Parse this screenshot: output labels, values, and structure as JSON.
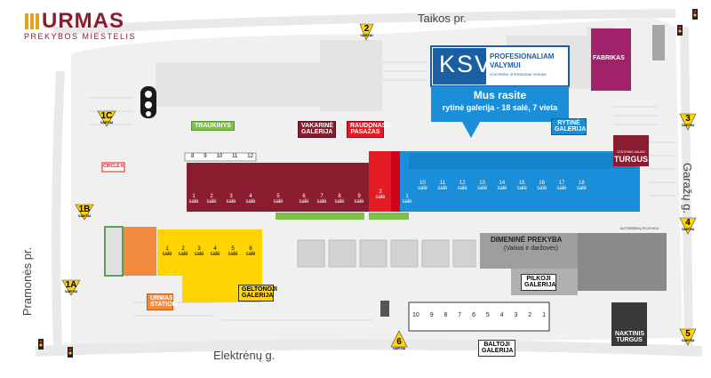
{
  "brand": {
    "name": "URMAS",
    "subtitle": "PREKYBOS MIESTELIS",
    "accent": "#8b1c2f",
    "gold": "#e3a21a"
  },
  "roads": {
    "north": "Taikos pr.",
    "south": "Elektrėnų g.",
    "west": "Pramonės pr.",
    "east": "Garažų g."
  },
  "gates": [
    {
      "id": "2",
      "label": "2",
      "word": "VARTAI"
    },
    {
      "id": "1C",
      "label": "1C",
      "word": "VARTAI"
    },
    {
      "id": "1B",
      "label": "1B",
      "word": "VARTAI"
    },
    {
      "id": "1A",
      "label": "1A",
      "word": "VARTAI"
    },
    {
      "id": "3",
      "label": "3",
      "word": "VARTAI"
    },
    {
      "id": "4",
      "label": "4",
      "word": "VARTAI"
    },
    {
      "id": "5",
      "label": "5",
      "word": "VARTAI"
    },
    {
      "id": "6",
      "label": "6",
      "word": "VARTAI"
    }
  ],
  "ksv": {
    "logo": "KSV",
    "line1": "PROFESIONALIAM",
    "line2": "VALYMUI",
    "line3": "KOKYBIŠKI SPRENDIMAI VISKAM",
    "headline": "Mus rasite",
    "location": "rytinė galerija - 18 salė, 7 vieta",
    "color": "#1a8ed8"
  },
  "fabrikas": "FABRIKAS",
  "circle_k": "CIRCLE K",
  "areas": {
    "traukinys": "TRAUKINYS",
    "vakarine": "VAKARINĖ GALERIJA",
    "raudonasis": "RAUDONASIS PASAŽAS",
    "rytine": "RYTINĖ GALERIJA",
    "turgus_top": "CENTRINIS KAUNO",
    "turgus": "TURGUS",
    "dimenine": "DIMENINĖ PREKYBA",
    "dimenine_sub": "(Vaisiai ir daržovės)",
    "pilkoji": "PILKOJI GALERIJA",
    "geltonoji": "GELTONOJI GALERIJA",
    "station": "URMAS STATION",
    "naktinis": "NAKTINIS TURGUS",
    "baltoji": "BALTOJI GALERIJA",
    "autobusu": "AUTOMOBILIŲ PLOVYKLA"
  },
  "train_numbers": [
    "8",
    "9",
    "10",
    "11",
    "12"
  ],
  "west_halls": [
    {
      "n": "1",
      "w": "salė"
    },
    {
      "n": "2",
      "w": "salė"
    },
    {
      "n": "3",
      "w": "salė"
    },
    {
      "n": "4",
      "w": "salė"
    },
    {
      "n": "5",
      "w": "salė"
    },
    {
      "n": "6",
      "w": "salė"
    },
    {
      "n": "7",
      "w": "salė"
    },
    {
      "n": "8",
      "w": "salė"
    },
    {
      "n": "9",
      "w": "salė"
    }
  ],
  "red_halls": [
    {
      "n": "2",
      "w": "salė"
    },
    {
      "n": "1",
      "w": "salė"
    }
  ],
  "east_halls": [
    "10",
    "11",
    "12",
    "13",
    "14",
    "15",
    "16",
    "17",
    "18"
  ],
  "east_word": "salė",
  "yellow_halls": [
    {
      "n": "1",
      "w": "salė"
    },
    {
      "n": "2",
      "w": "salė"
    },
    {
      "n": "3",
      "w": "salė"
    },
    {
      "n": "4",
      "w": "salė"
    },
    {
      "n": "5",
      "w": "salė"
    },
    {
      "n": "6",
      "w": "salė"
    }
  ],
  "white_halls": [
    "10",
    "9",
    "8",
    "7",
    "6",
    "5",
    "4",
    "3",
    "2",
    "1"
  ]
}
